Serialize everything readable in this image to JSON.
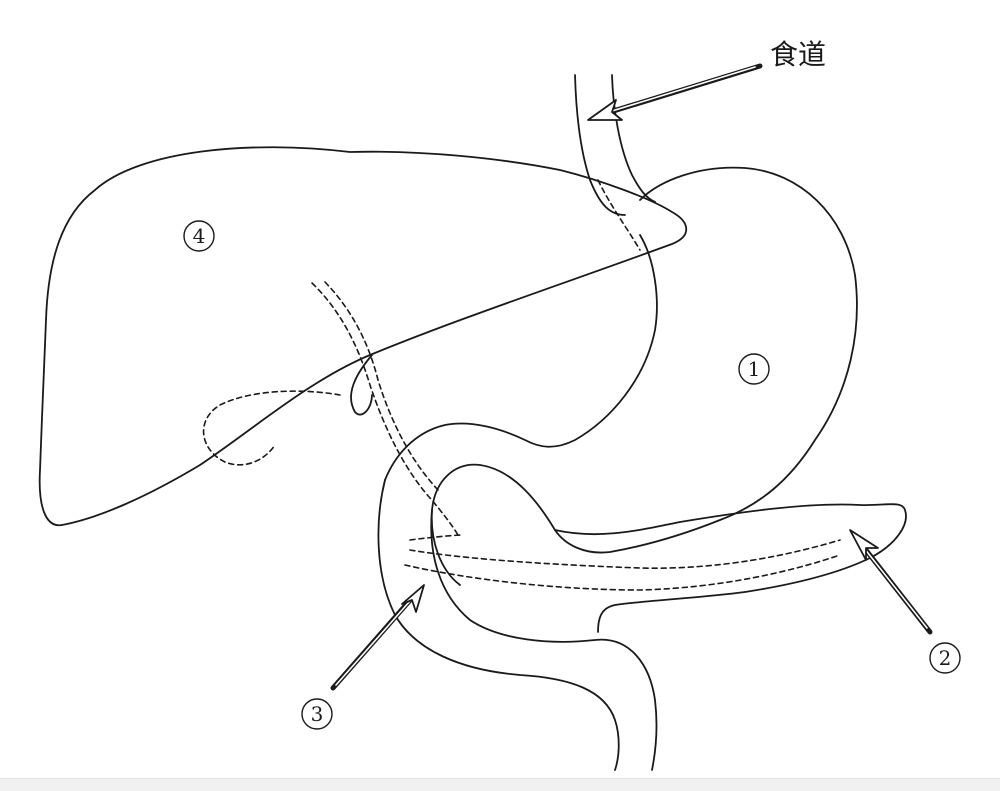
{
  "labels": {
    "esophagus": "食道",
    "stomach": "1",
    "pancreas": "2",
    "duodenum": "3",
    "liver": "4"
  }
}
